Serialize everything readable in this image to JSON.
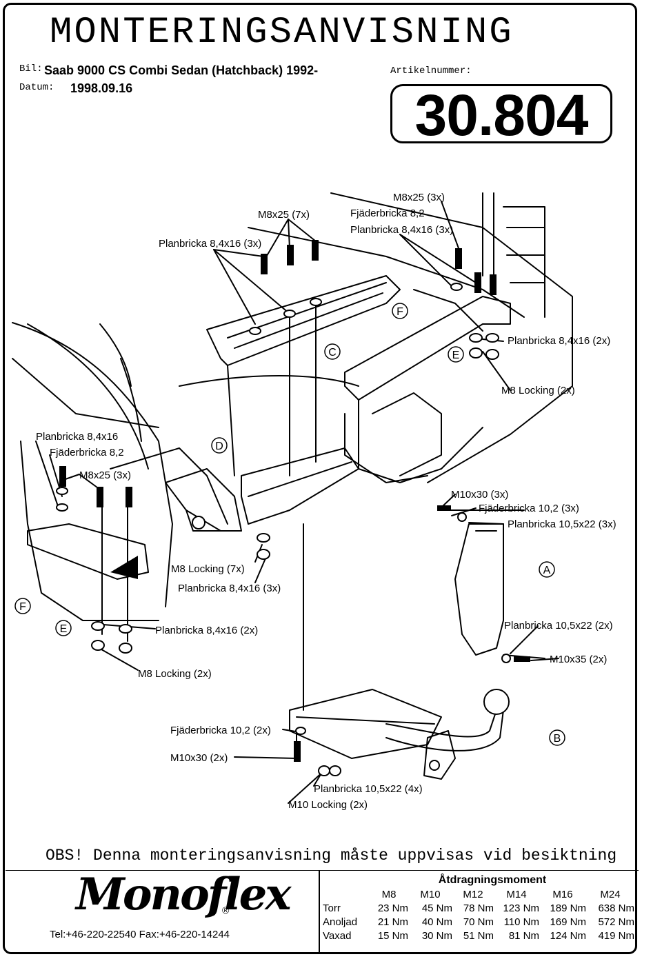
{
  "header": {
    "title": "MONTERINGSANVISNING",
    "bil_label": "Bil:",
    "bil_value": "Saab 9000 CS Combi Sedan (Hatchback) 1992-",
    "datum_label": "Datum:",
    "datum_value": "1998.09.16",
    "artikel_label": "Artikelnummer:",
    "artikel_value": "30.804"
  },
  "drawing": {
    "labels": {
      "m8x25_3x_top": "M8x25 (3x)",
      "m8x25_7x": "M8x25 (7x)",
      "fjader_82_top": "Fjäderbricka 8,2",
      "planbricka_84_3x_top_right": "Planbricka 8,4x16 (3x)",
      "planbricka_84_3x_top_left": "Planbricka 8,4x16 (3x)",
      "planbricka_84_2x_right": "Planbricka 8,4x16 (2x)",
      "m8_locking_2x_right": "M8 Locking (2x)",
      "planbricka_84_left": "Planbricka 8,4x16",
      "fjader_82_left": "Fjäderbricka 8,2",
      "m8x25_3x_left": "M8x25 (3x)",
      "m10x30_3x": "M10x30 (3x)",
      "fjader_102_3x": "Fjäderbricka 10,2 (3x)",
      "planbricka_105_3x": "Planbricka 10,5x22 (3x)",
      "m8_locking_7x": "M8 Locking (7x)",
      "planbricka_84_3x_mid": "Planbricka 8,4x16 (3x)",
      "planbricka_84_2x_left": "Planbricka 8,4x16 (2x)",
      "planbricka_105_2x": "Planbricka 10,5x22 (2x)",
      "m10x35_2x": "M10x35 (2x)",
      "m8_locking_2x_left": "M8 Locking (2x)",
      "fjader_102_2x": "Fjäderbricka 10,2 (2x)",
      "m10x30_2x": "M10x30 (2x)",
      "planbricka_105_4x": "Planbricka 10,5x22 (4x)",
      "m10_locking_2x": "M10 Locking (2x)"
    },
    "markers": [
      "A",
      "B",
      "C",
      "D",
      "E",
      "E",
      "F",
      "F"
    ]
  },
  "notice": "OBS! Denna monteringsanvisning måste uppvisas vid besiktning",
  "footer": {
    "logo_text": "Monoflex",
    "registered_mark": "®",
    "contact": "Tel:+46-220-22540 Fax:+46-220-14244"
  },
  "torque": {
    "heading": "Åtdragningsmoment",
    "columns": [
      "M8",
      "M10",
      "M12",
      "M14",
      "M16",
      "M24"
    ],
    "rows": [
      {
        "label": "Torr",
        "values": [
          "23 Nm",
          "45 Nm",
          "78 Nm",
          "123 Nm",
          "189 Nm",
          "638 Nm"
        ]
      },
      {
        "label": "Anoljad",
        "values": [
          "21 Nm",
          "40 Nm",
          "70 Nm",
          "110 Nm",
          "169 Nm",
          "572 Nm"
        ]
      },
      {
        "label": "Vaxad",
        "values": [
          "15 Nm",
          "30 Nm",
          "51 Nm",
          "81 Nm",
          "124 Nm",
          "419 Nm"
        ]
      }
    ]
  }
}
